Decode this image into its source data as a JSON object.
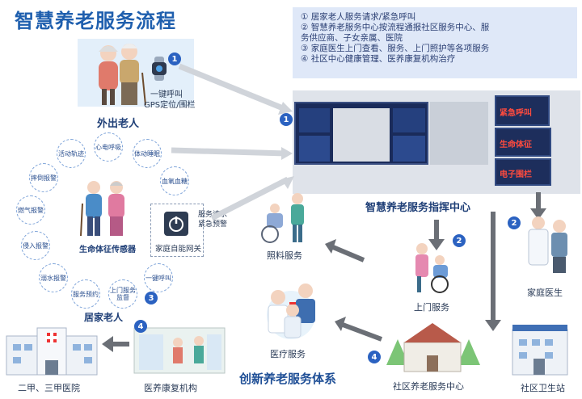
{
  "title": "智慧养老服务流程",
  "steps": [
    "① 居家老人服务请求/紧急呼叫",
    "② 智慧养老服务中心按流程通报社区服务中心、服",
    "   务供应商、子女亲属、医院",
    "③ 家庭医生上门查看、服务、上门照护等各项服务",
    "④ 社区中心健康管理、医养康复机构治疗"
  ],
  "outdoor": {
    "caption_line1": "一键呼叫",
    "caption_line2": "GPS定位/围栏",
    "label": "外出老人",
    "step": "1"
  },
  "home": {
    "bubbles": [
      "活动轨迹",
      "心电呼吸",
      "体动睡眠",
      "摔倒报警",
      "血氧血糖",
      "燃气报警",
      "侵入报警",
      "溺水报警",
      "服务预约",
      "上门服务监督",
      "一键呼叫"
    ],
    "sensor_label": "生命体征传感器",
    "gateway_label": "家庭自能网关",
    "gateway_note_line1": "服务请求",
    "gateway_note_line2": "紧急预警",
    "label": "居家老人",
    "step": "3"
  },
  "command_center": {
    "label": "智慧养老服务指挥中心",
    "screen_labels": [
      "紧急呼叫",
      "生命体征",
      "电子围栏"
    ],
    "step_screen": "1",
    "step_doctor": "2"
  },
  "services": {
    "care": "照料服务",
    "home_service": "上门服务",
    "home_service_step": "2",
    "family_doctor": "家庭医生",
    "medical": "医疗服务",
    "community_center": "社区养老服务中心",
    "community_step": "4",
    "health_station": "社区卫生站",
    "rehab": "医养康复机构",
    "rehab_step": "4",
    "hospital": "二甲、三甲医院"
  },
  "system_title": "创新养老服务体系"
}
